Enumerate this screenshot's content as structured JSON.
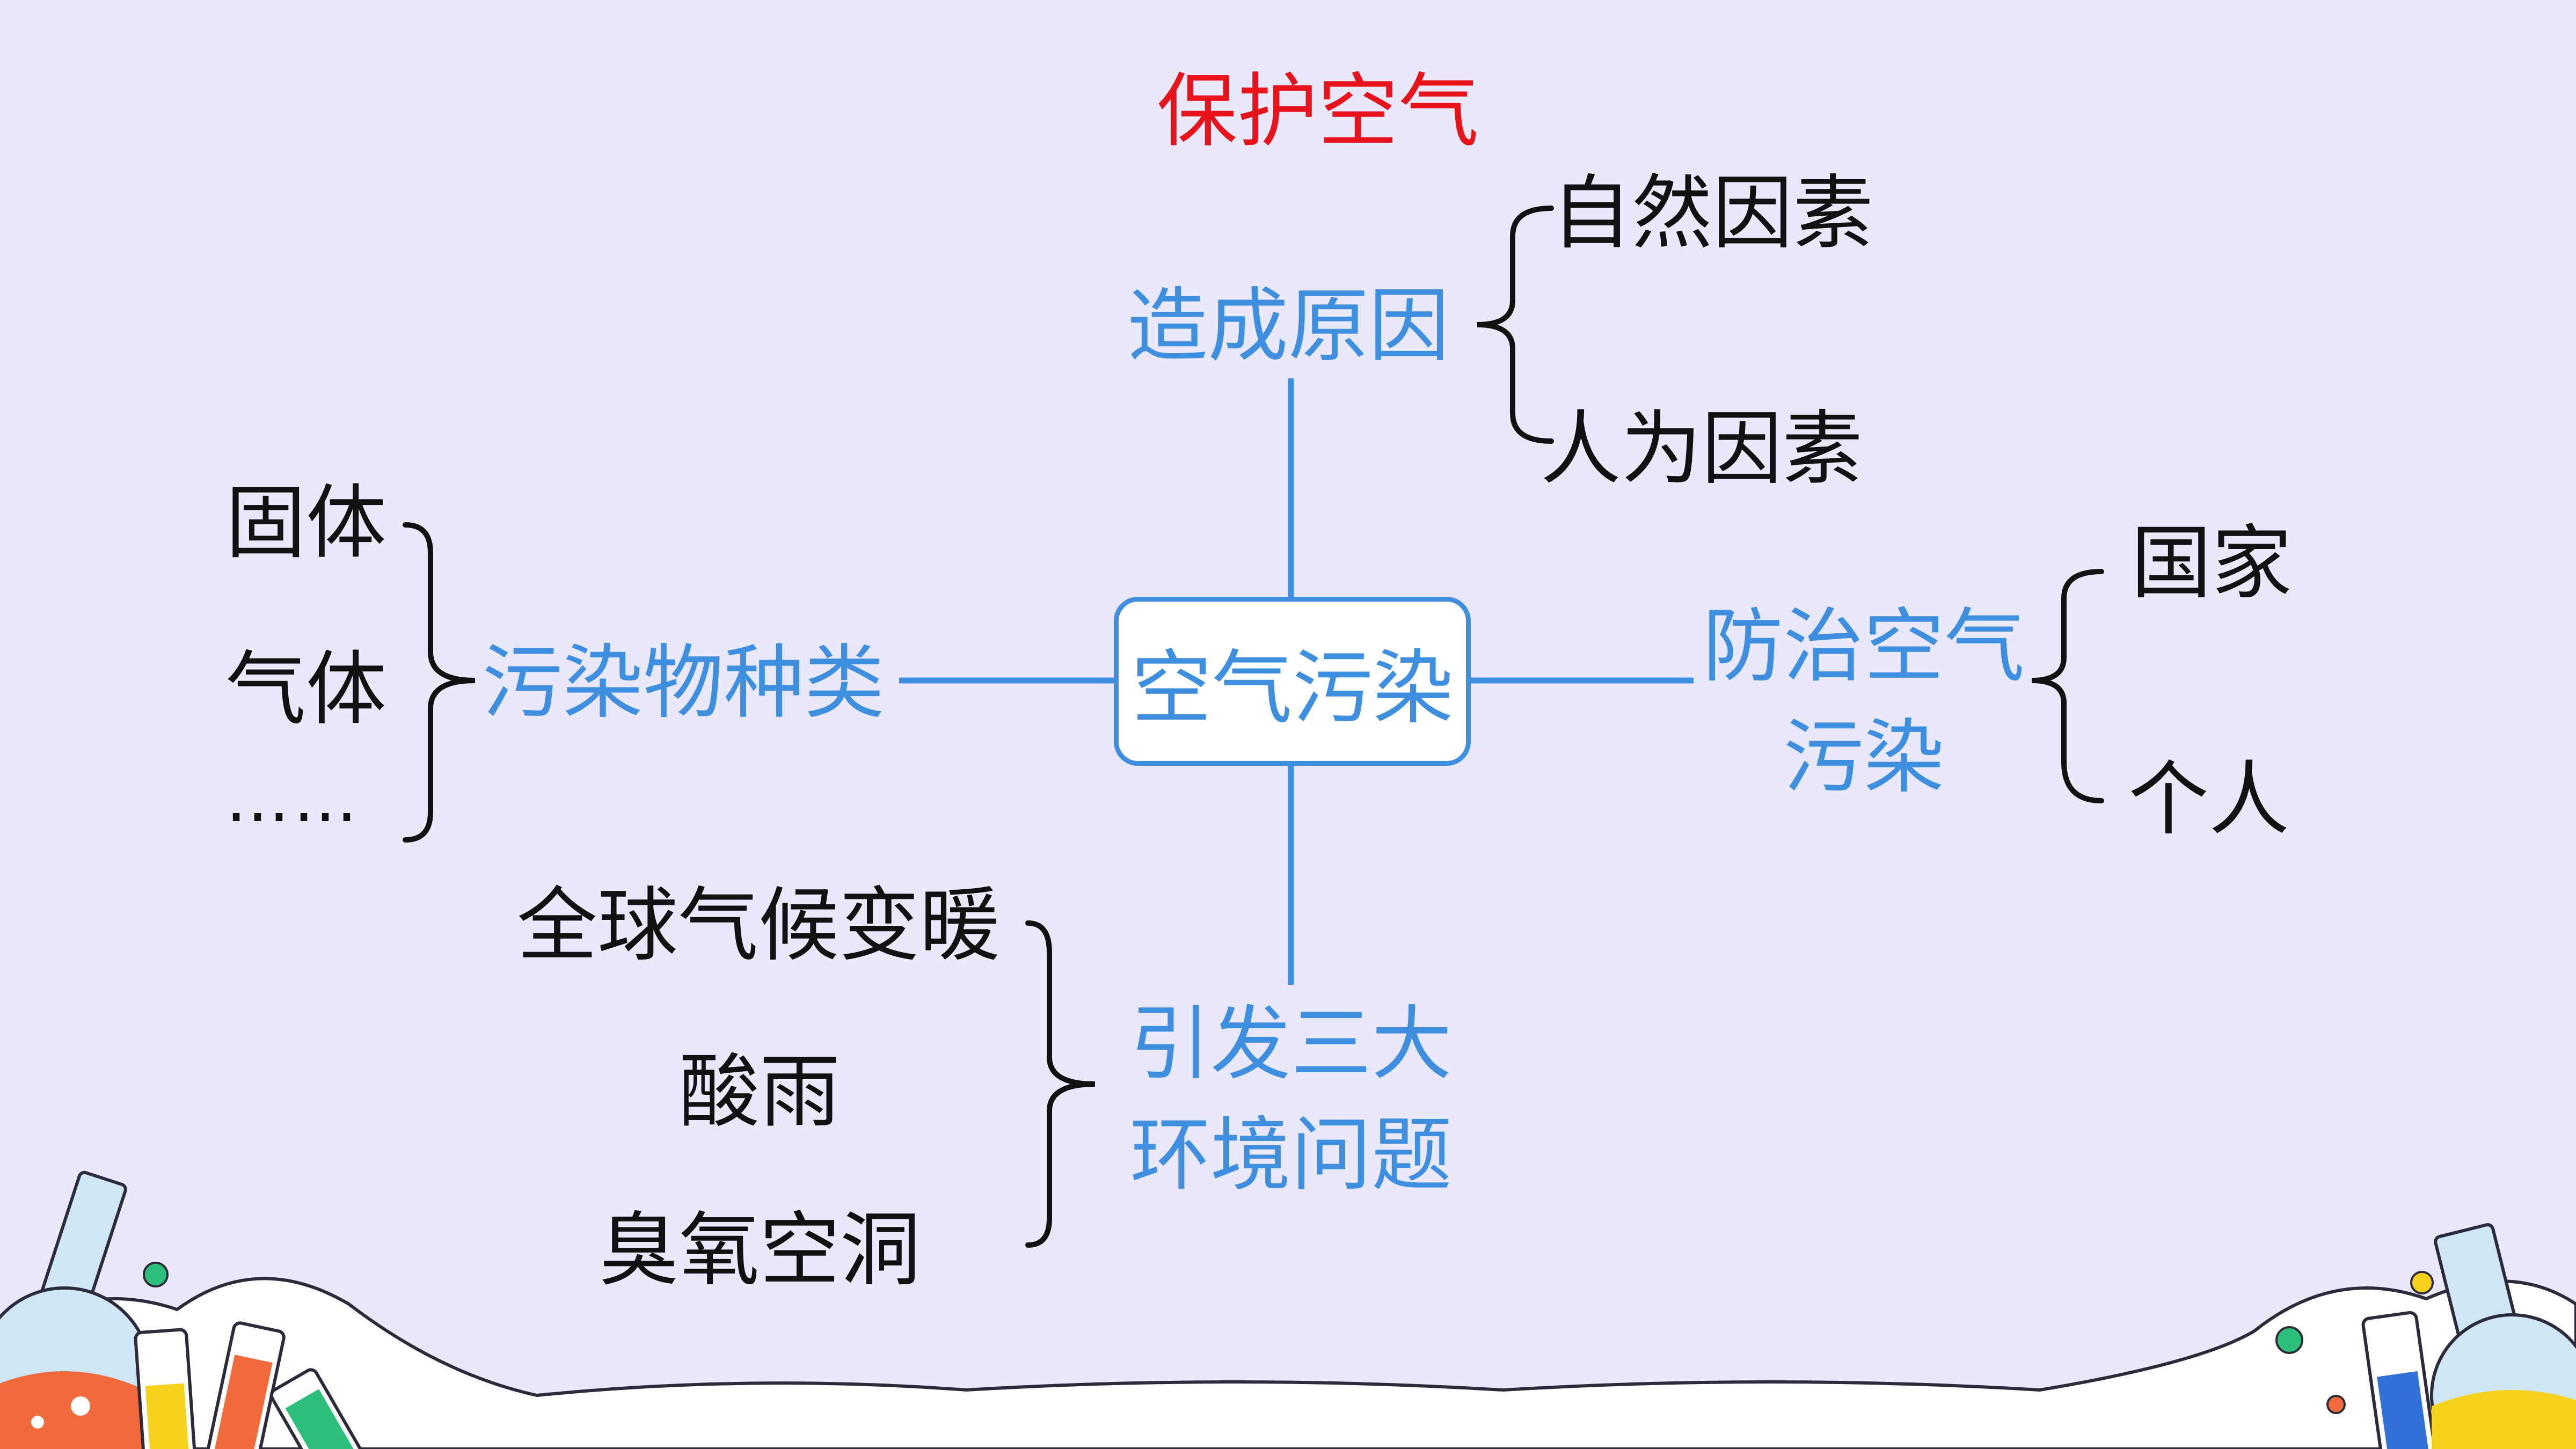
{
  "title": "保护空气",
  "center": "空气污染",
  "branches": {
    "causes": {
      "label": "造成原因",
      "items": [
        "自然因素",
        "人为因素"
      ]
    },
    "types": {
      "label": "污染物种类",
      "items": [
        "固体",
        "气体",
        "……"
      ]
    },
    "prevention": {
      "label_line1": "防治空气",
      "label_line2": "污染",
      "items": [
        "国家",
        "个人"
      ]
    },
    "problems": {
      "label_line1": "引发三大",
      "label_line2": "环境问题",
      "items": [
        "全球气候变暖",
        "酸雨",
        "臭氧空洞"
      ]
    }
  },
  "colors": {
    "background": "#e9e9fb",
    "accent_blue": "#3f8fe0",
    "title_red": "#e8141c",
    "text_black": "#111111"
  },
  "decorations": [
    "lab-flask-icon",
    "test-tube-icon",
    "beaker-icon"
  ]
}
